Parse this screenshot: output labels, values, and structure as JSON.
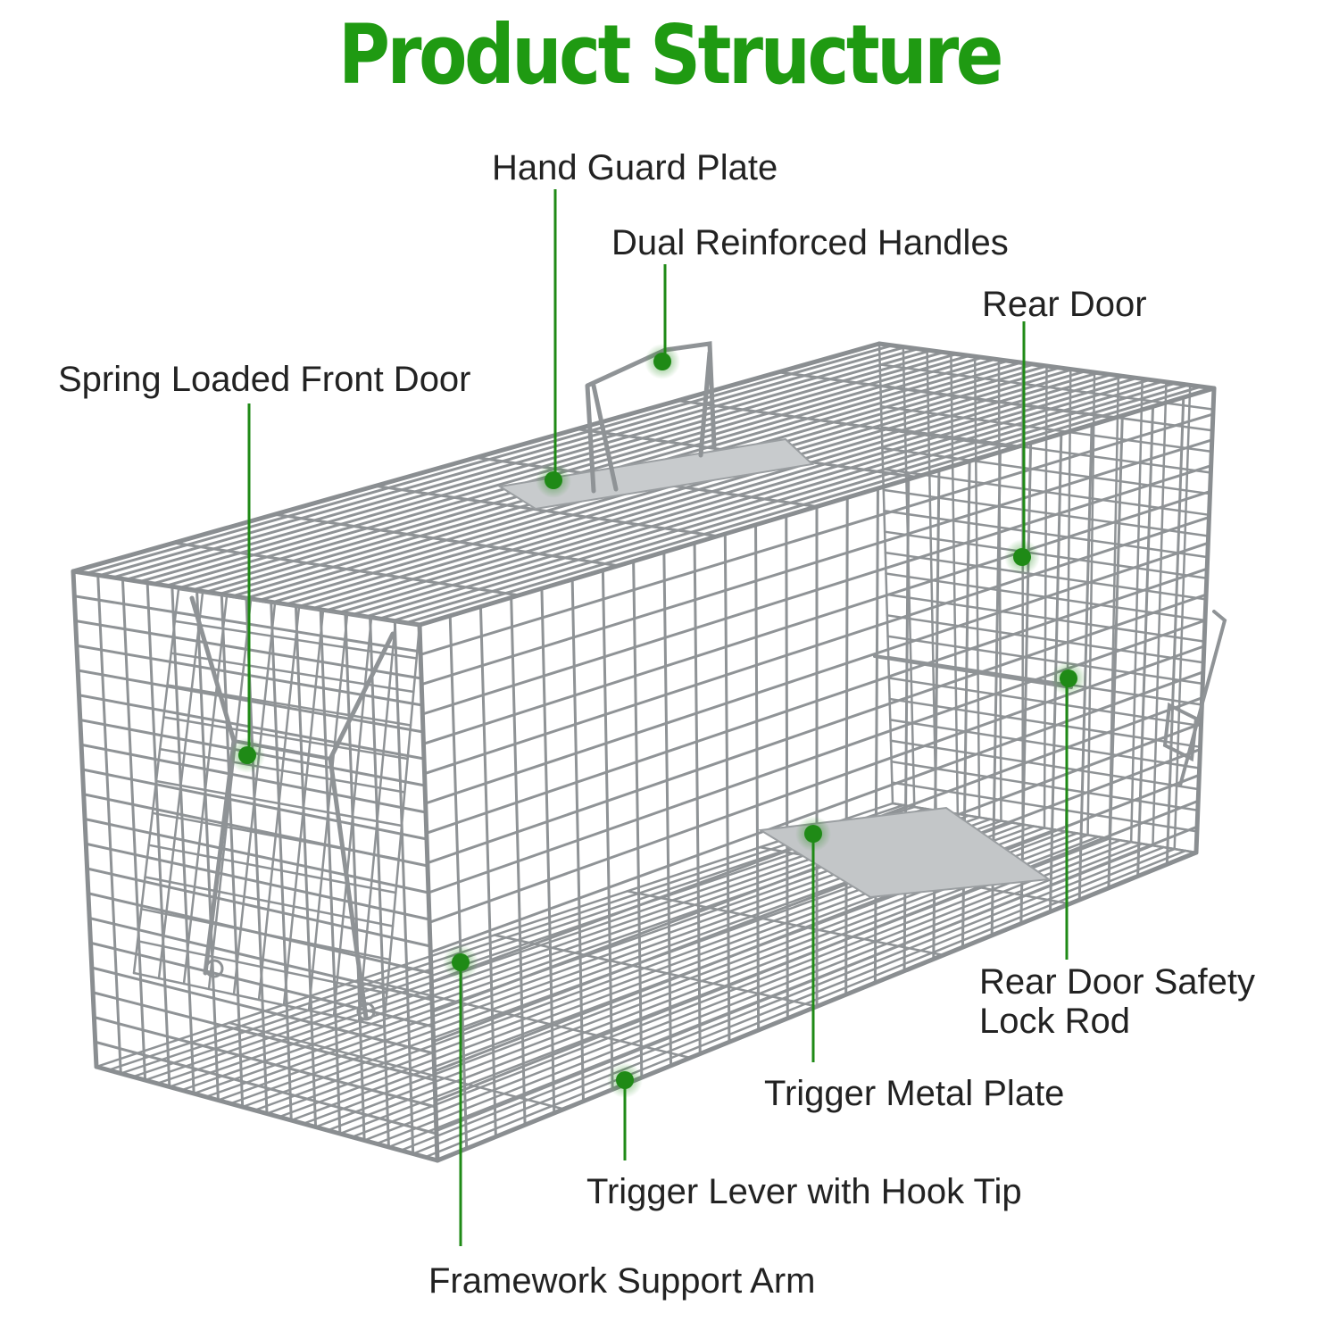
{
  "title": "Product Structure",
  "colors": {
    "accent": "#1f8a16",
    "accent_glow": "#9fd88f",
    "wire": "#8f9396",
    "text": "#222222"
  },
  "labels": {
    "hand_guard_plate": "Hand Guard Plate",
    "dual_reinforced_handles": "Dual Reinforced Handles",
    "rear_door": "Rear Door",
    "spring_loaded_front_door": "Spring Loaded Front Door",
    "rear_door_safety_lock_rod_line1": "Rear Door Safety",
    "rear_door_safety_lock_rod_line2": "Lock Rod",
    "trigger_metal_plate": "Trigger Metal Plate",
    "trigger_lever_with_hook_tip": "Trigger Lever with Hook Tip",
    "framework_support_arm": "Framework Support Arm"
  }
}
